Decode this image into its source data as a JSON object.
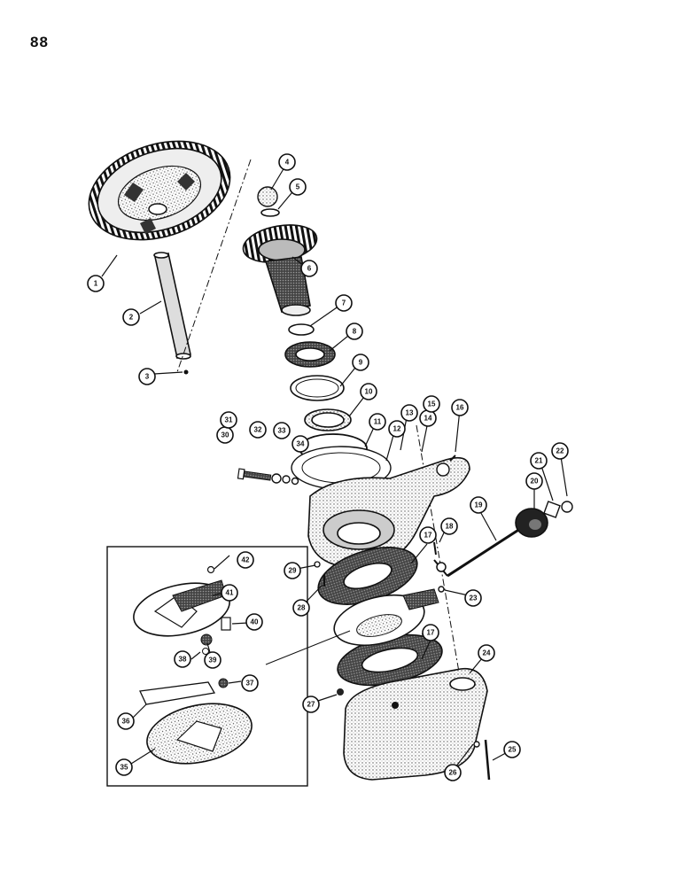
{
  "page_number": "88",
  "callouts": [
    "1",
    "2",
    "3",
    "4",
    "5",
    "6",
    "7",
    "8",
    "9",
    "10",
    "11",
    "12",
    "13",
    "14",
    "15",
    "16",
    "17",
    "17",
    "18",
    "19",
    "20",
    "21",
    "22",
    "23",
    "24",
    "25",
    "26",
    "27",
    "28",
    "29",
    "30",
    "31",
    "32",
    "33",
    "34",
    "35",
    "36",
    "37",
    "38",
    "39",
    "40",
    "41",
    "42"
  ],
  "colors": {
    "ink": "#111111",
    "paper": "#ffffff",
    "halftone": "#9a9a9a"
  }
}
